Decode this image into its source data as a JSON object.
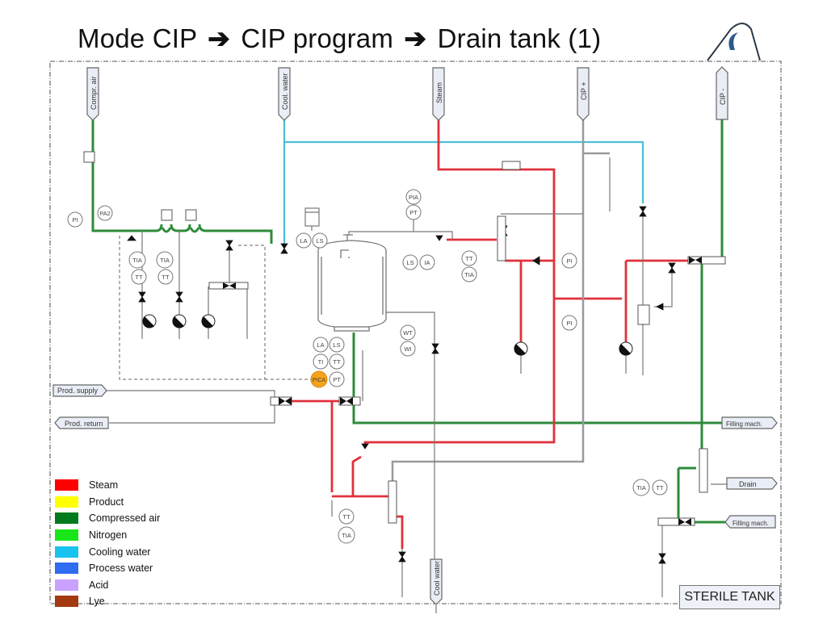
{
  "title": {
    "part1": "Mode  CIP",
    "arrow1": "➔",
    "part2": "CIP program",
    "arrow2": "➔",
    "part3": "Drain tank (1)"
  },
  "connectors": {
    "compr_air": "Compr. air",
    "cool_water_top": "Cool. water",
    "steam": "Steam",
    "cip_plus": "CIP +",
    "cip_minus": "CIP -",
    "prod_supply": "Prod. supply",
    "prod_return": "Prod. return",
    "filling_mach_1": "Filling mach.",
    "drain": "Drain",
    "filling_mach_2": "Filling mach.",
    "cool_water_bottom": "Cool water"
  },
  "instruments": {
    "pi_air": "PI",
    "pa2": "PA2",
    "tia1": "TIA",
    "tt1": "TT",
    "tia2": "TIA",
    "tt2": "TT",
    "la_top": "LA",
    "ls_top": "LS",
    "pia": "PIA",
    "pt_top": "PT",
    "ls_side": "LS",
    "ia_side": "IA",
    "wt": "WT",
    "wi": "WI",
    "la_bot": "LA",
    "ls_bot": "LS",
    "ti_bot": "TI",
    "tt_bot": "TT",
    "pica": "PICA",
    "pt_bot": "PT",
    "tt_steam": "TT",
    "tia_steam": "TIA",
    "pi_steam1": "PI",
    "pi_steam2": "PI",
    "tt_low": "TT",
    "tia_low": "TIA",
    "tia_drain": "TIA",
    "tt_drain": "TT"
  },
  "legend": {
    "items": [
      {
        "label": "Steam",
        "color": "#ff0000"
      },
      {
        "label": "Product",
        "color": "#ffff00"
      },
      {
        "label": "Compressed air",
        "color": "#007a1c"
      },
      {
        "label": "Nitrogen",
        "color": "#19e619"
      },
      {
        "label": "Cooling water",
        "color": "#19c3f0"
      },
      {
        "label": "Process water",
        "color": "#2e6cf0"
      },
      {
        "label": "Acid",
        "color": "#c9a2ff"
      },
      {
        "label": "Lye",
        "color": "#a33a10"
      }
    ]
  },
  "colors": {
    "steam_line": "#e0313b",
    "air_line": "#2e8b3a",
    "cool_line": "#4cbfd9",
    "cip_line": "#9a9a9a",
    "pica_fill": "#f5a21b"
  },
  "sterile_tank_label": "STERILE TANK"
}
